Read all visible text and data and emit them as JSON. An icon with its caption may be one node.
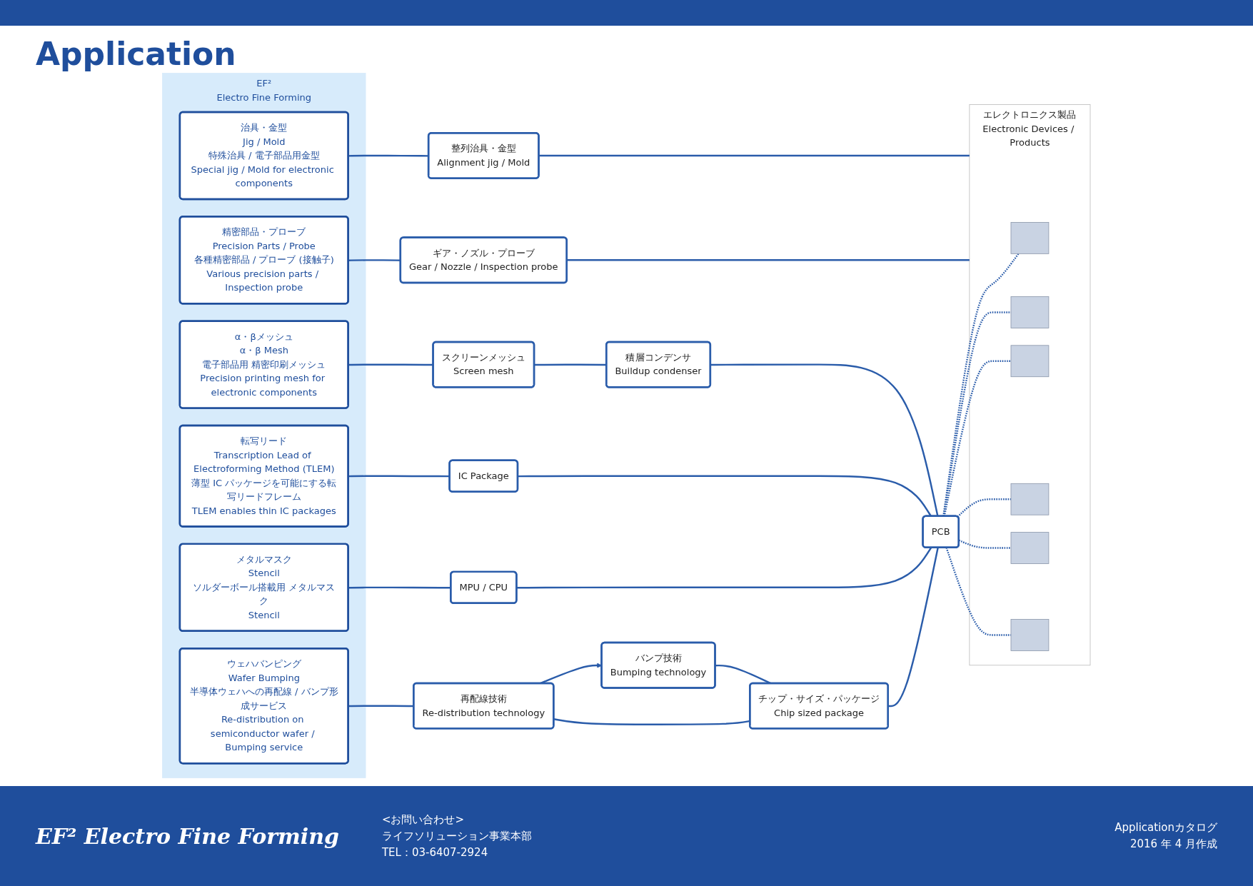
{
  "diagram": {
    "title": "Application",
    "nodes": [
      {
        "text": [
          "EF²",
          "Electro Fine Forming"
        ]
      },
      {
        "text": [
          "ウェハバンピング",
          "Wafer Bumping",
          "半導体ウェハへの再配線 / バンプ形成サービス",
          "Re-distribution on semiconductor wafer / Bumping service"
        ],
        "in": 0
      },
      {
        "text": [
          "メタルマスク",
          "Stencil",
          "ソルダーボール搭載用 メタルマスク",
          "Stencil"
        ],
        "in": 0
      },
      {
        "text": [
          "転写リード",
          "Transcription Lead of Electroforming Method (TLEM)",
          "薄型 IC パッケージを可能にする転写リードフレーム",
          "TLEM enables thin IC packages"
        ],
        "in": 0
      },
      {
        "text": [
          "α・βメッシュ",
          "α・β Mesh",
          "電子部品用 精密印刷メッシュ",
          "Precision printing mesh for electronic components"
        ],
        "in": 0
      },
      {
        "text": [
          "精密部品・プローブ",
          "Precision Parts / Probe",
          "各種精密部品 / プローブ (接触子)",
          "Various precision parts / Inspection probe"
        ],
        "in": 0
      },
      {
        "text": [
          "治具・金型",
          "Jig / Mold",
          "特殊治具 / 電子部品用金型",
          "Special jig / Mold for electronic components"
        ],
        "in": 0
      },
      {
        "text": [
          "再配線技術",
          "Re-distribution technology"
        ]
      },
      {
        "text": [
          "バンプ技術",
          "Bumping technology"
        ]
      },
      {
        "text": [
          "チップ・サイズ・パッケージ",
          "Chip sized package"
        ]
      },
      {
        "text": [
          "MPU / CPU"
        ]
      },
      {
        "text": [
          "IC Package"
        ]
      },
      {
        "text": [
          "スクリーンメッシュ",
          "Screen mesh"
        ]
      },
      {
        "text": [
          "積層コンデンサ",
          "Buildup condenser"
        ]
      },
      {
        "text": [
          "PCB"
        ]
      },
      {
        "text": [
          "ギア・ノズル・プローブ",
          "Gear / Nozzle / Inspection probe"
        ]
      },
      {
        "text": [
          "整列治具・金型",
          "Alignment jig / Mold"
        ]
      },
      {
        "text": [
          "エレクトロニクス製品",
          "Electronic Devices / Products"
        ]
      },
      {
        "text": [],
        "shape": "box",
        "in": 17
      },
      {
        "text": [],
        "shape": "box",
        "in": 17
      },
      {
        "text": [],
        "shape": "box",
        "in": 17
      },
      {
        "text": [],
        "shape": "box",
        "in": 17
      },
      {
        "text": [],
        "shape": "box",
        "in": 17
      },
      {
        "text": [],
        "shape": "box",
        "in": 17
      }
    ],
    "edges": [
      {
        "from": 1,
        "to": 7,
        "arrow": "none"
      },
      {
        "from": 7,
        "to": 8,
        "arrow": "to"
      },
      {
        "from": 7,
        "to": 9,
        "arrow": "none"
      },
      {
        "from": 8,
        "to": 9,
        "arrow": "none"
      },
      {
        "from": 2,
        "to": 10,
        "arrow": "none"
      },
      {
        "from": 9,
        "to": 14,
        "arrow": "none"
      },
      {
        "from": 10,
        "to": 14,
        "arrow": "none"
      },
      {
        "from": 3,
        "to": 11,
        "arrow": "none"
      },
      {
        "from": 11,
        "to": 14,
        "arrow": "none"
      },
      {
        "from": 4,
        "to": 12,
        "arrow": "none"
      },
      {
        "from": 12,
        "to": 13,
        "arrow": "none"
      },
      {
        "from": 13,
        "to": 14,
        "arrow": "none"
      },
      {
        "from": 5,
        "to": 15,
        "arrow": "none"
      },
      {
        "from": 15,
        "to": 17,
        "arrow": "none"
      },
      {
        "from": 6,
        "to": 16,
        "arrow": "none"
      },
      {
        "from": 16,
        "to": 17,
        "arrow": "none"
      },
      {
        "from": 14,
        "to": 18,
        "arrow": "none",
        "style": "dashed"
      },
      {
        "from": 14,
        "to": 19,
        "arrow": "none",
        "style": "dashed"
      },
      {
        "from": 14,
        "to": 20,
        "arrow": "none",
        "style": "dashed"
      },
      {
        "from": 14,
        "to": 21,
        "arrow": "none",
        "style": "dashed"
      },
      {
        "from": 14,
        "to": 22,
        "arrow": "none",
        "style": "dashed"
      },
      {
        "from": 14,
        "to": 23,
        "arrow": "none",
        "style": "dashed"
      }
    ],
    "labels": [
      "EF² Electro Fine Forming",
      "<お問い合わせ>",
      "ライフソリューション事業本部",
      "TEL：03-6407-2924",
      "Applicationカタログ",
      "2016 年 4 月作成"
    ]
  }
}
